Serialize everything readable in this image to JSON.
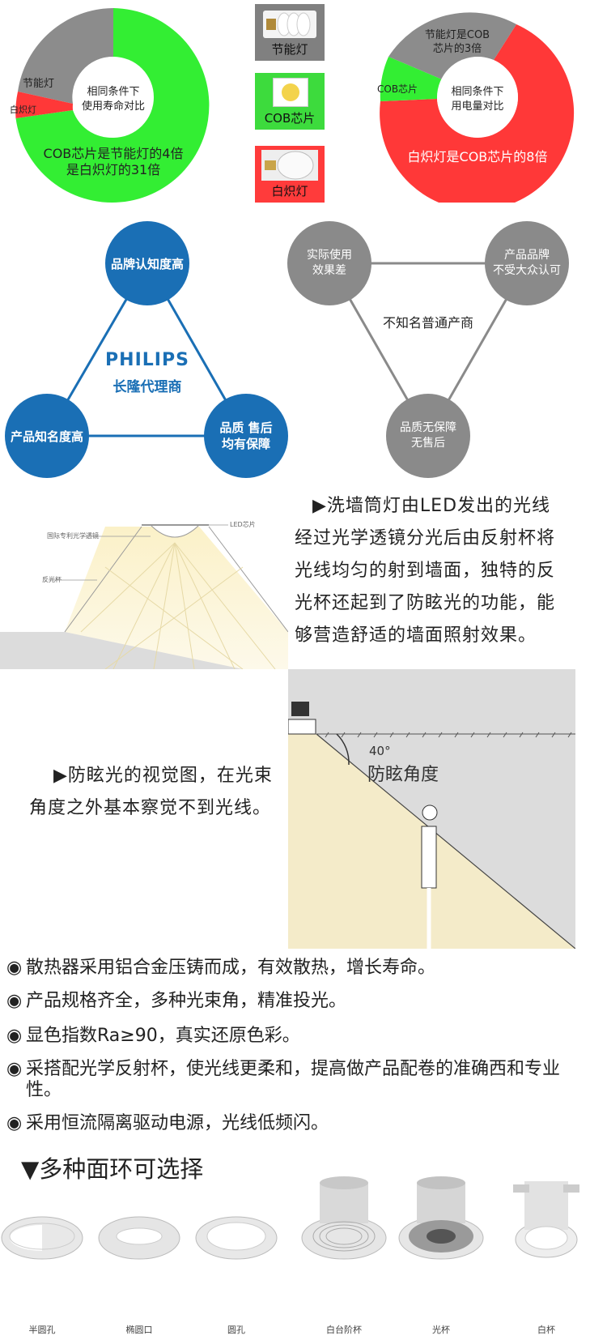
{
  "comparison": {
    "lifespan": {
      "center_line1": "相同条件下",
      "center_line2": "使用寿命对比",
      "label_cfl": "节能灯",
      "label_incandescent": "白炽灯",
      "result_line1": "COB芯片是节能灯的4倍",
      "result_line2": "是白炽灯的31倍"
    },
    "power": {
      "center_line1": "相同条件下",
      "center_line2": "用电量对比",
      "label_cfl_line1": "节能灯是COB",
      "label_cfl_line2": "芯片的3倍",
      "label_cob": "COB芯片",
      "result": "白炽灯是COB芯片的8倍"
    },
    "legend": [
      {
        "label": "节能灯",
        "color": "#808080",
        "icon": "cfl-bulb-icon"
      },
      {
        "label": "COB芯片",
        "color": "#3ddb3d",
        "icon": "cob-chip-icon"
      },
      {
        "label": "白炽灯",
        "color": "#ff3b3b",
        "icon": "incandescent-bulb-icon"
      }
    ],
    "colors": {
      "green": "#33ee33",
      "gray": "#8c8c8c",
      "red": "#ff3838"
    }
  },
  "brand_triangle": {
    "top": "品牌认知度高",
    "left": "产品知名度高",
    "right_line1": "品质 售后",
    "right_line2": "均有保障",
    "brand": "PHILIPS",
    "dealer": "长隆代理商",
    "color": "#1a6fb5"
  },
  "generic_triangle": {
    "left_line1": "实际使用",
    "left_line2": "效果差",
    "right_line1": "产品品牌",
    "right_line2": "不受大众认可",
    "bottom_line1": "品质无保障",
    "bottom_line2": "无售后",
    "center": "不知名普通产商",
    "color": "#8a8a8a"
  },
  "optics": {
    "label_led": "LED芯片",
    "label_lens": "国际专利光学透镜",
    "label_reflector": "反光杯",
    "description": "▶洗墙筒灯由LED发出的光线经过光学透镜分光后由反射杯将光线均匀的射到墙面，独特的反光杯还起到了防眩光的功能，能够营造舒适的墙面照射效果。"
  },
  "antiglare": {
    "description": "▶防眩光的视觉图，在光束角度之外基本察觉不到光线。",
    "angle": "40°",
    "angle_label": "防眩角度"
  },
  "features": [
    "散热器采用铝合金压铸而成，有效散热，增长寿命。",
    "产品规格齐全，多种光束角，精准投光。",
    "显色指数Ra≥90，真实还原色彩。",
    "采搭配光学反射杯，使光线更柔和，提高做产品配卷的准确西和专业性。",
    "采用恒流隔离驱动电源，光线低频闪。"
  ],
  "bullet": "◉",
  "trim_section": {
    "title": "▼多种面环可选择",
    "options": [
      "半圆孔",
      "椭圆口",
      "圆孔",
      "白台阶杯",
      "光杯",
      "白杯"
    ]
  }
}
